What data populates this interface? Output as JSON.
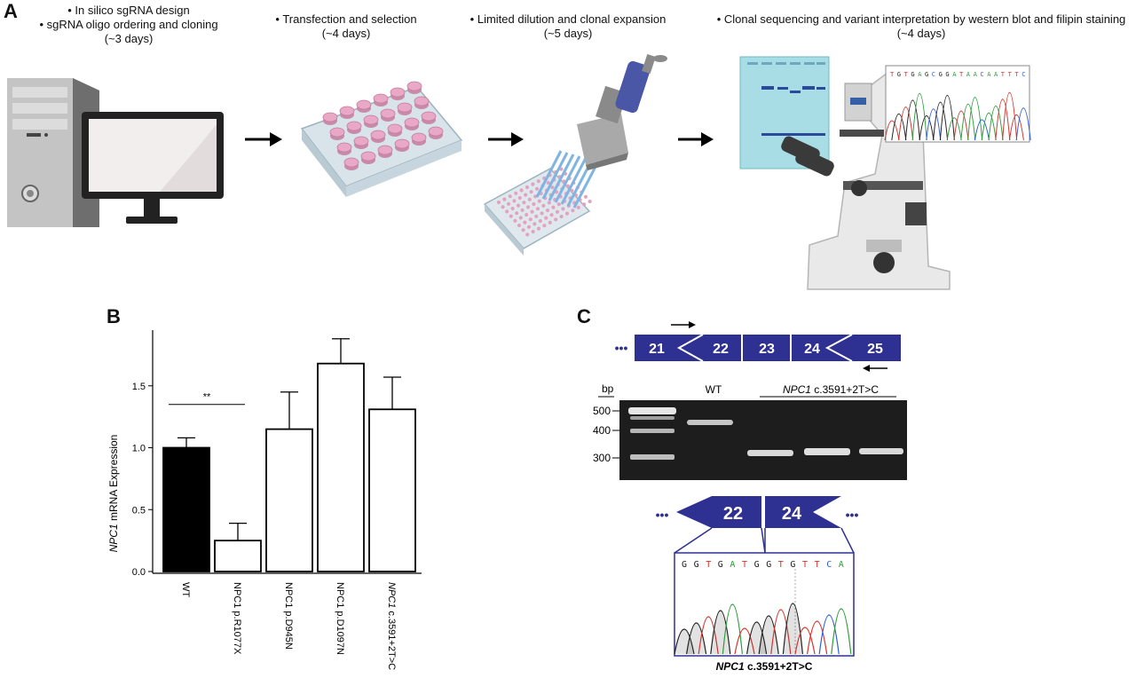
{
  "panel_a": {
    "letter": "A",
    "steps": [
      {
        "lines": [
          "• In silico sgRNA design",
          "• sgRNA oligo ordering and cloning",
          "(~3 days)"
        ]
      },
      {
        "lines": [
          "• Transfection and selection",
          "(~4 days)"
        ]
      },
      {
        "lines": [
          "• Limited dilution and clonal expansion",
          "(~5 days)"
        ]
      },
      {
        "lines": [
          "• Clonal sequencing and variant interpretation by western blot and filipin staining",
          "(~4 days)"
        ]
      }
    ],
    "sequence_top": [
      "T",
      "G",
      "T",
      "G",
      "A",
      "G",
      "C",
      "G",
      "G",
      "A",
      "T",
      "A",
      "A",
      "C",
      "A",
      "A",
      "T",
      "T",
      "T",
      "C"
    ]
  },
  "panel_b": {
    "letter": "B",
    "chart_data": {
      "type": "bar",
      "categories": [
        "WT",
        "NPC1 p.R1077X",
        "NPC1 p.D945N",
        "NPC1 p.D1097N",
        "NPC1 c.3591+2T>C"
      ],
      "values": [
        1.0,
        0.25,
        1.15,
        1.68,
        1.31
      ],
      "errors": [
        0.08,
        0.14,
        0.3,
        0.2,
        0.26
      ],
      "bar_colors": [
        "#000000",
        "#ffffff",
        "#ffffff",
        "#ffffff",
        "#ffffff"
      ],
      "ylabel_italic": "NPC1",
      "ylabel_rest": " mRNA Expression",
      "yticks": [
        "0.0",
        "0.5",
        "1.0",
        "1.5"
      ],
      "ylim": [
        0,
        1.95
      ],
      "significance": "**"
    }
  },
  "panel_c": {
    "letter": "C",
    "exons_top": [
      "21",
      "22",
      "23",
      "24",
      "25"
    ],
    "ellipsis": "•••",
    "bp_label": "bp",
    "bp_ticks": [
      "500",
      "400",
      "300"
    ],
    "wt_label": "WT",
    "mutant_label_italic": "NPC1",
    "mutant_label_rest": " c.3591+2T>C",
    "exons_bottom": [
      "22",
      "24"
    ],
    "sequence_bottom": [
      "G",
      "G",
      "T",
      "G",
      "A",
      "T",
      "G",
      "G",
      "T",
      "G",
      "T",
      "T",
      "C",
      "A"
    ],
    "caption_italic": "NPC1",
    "caption_rest": " c.3591+2T>C"
  },
  "colors": {
    "exon_blue": "#2e3192",
    "gel_bg": "#1d1d1d",
    "base_A": "#2e9e3a",
    "base_C": "#2b5fd9",
    "base_G": "#222222",
    "base_T": "#d4342c"
  }
}
